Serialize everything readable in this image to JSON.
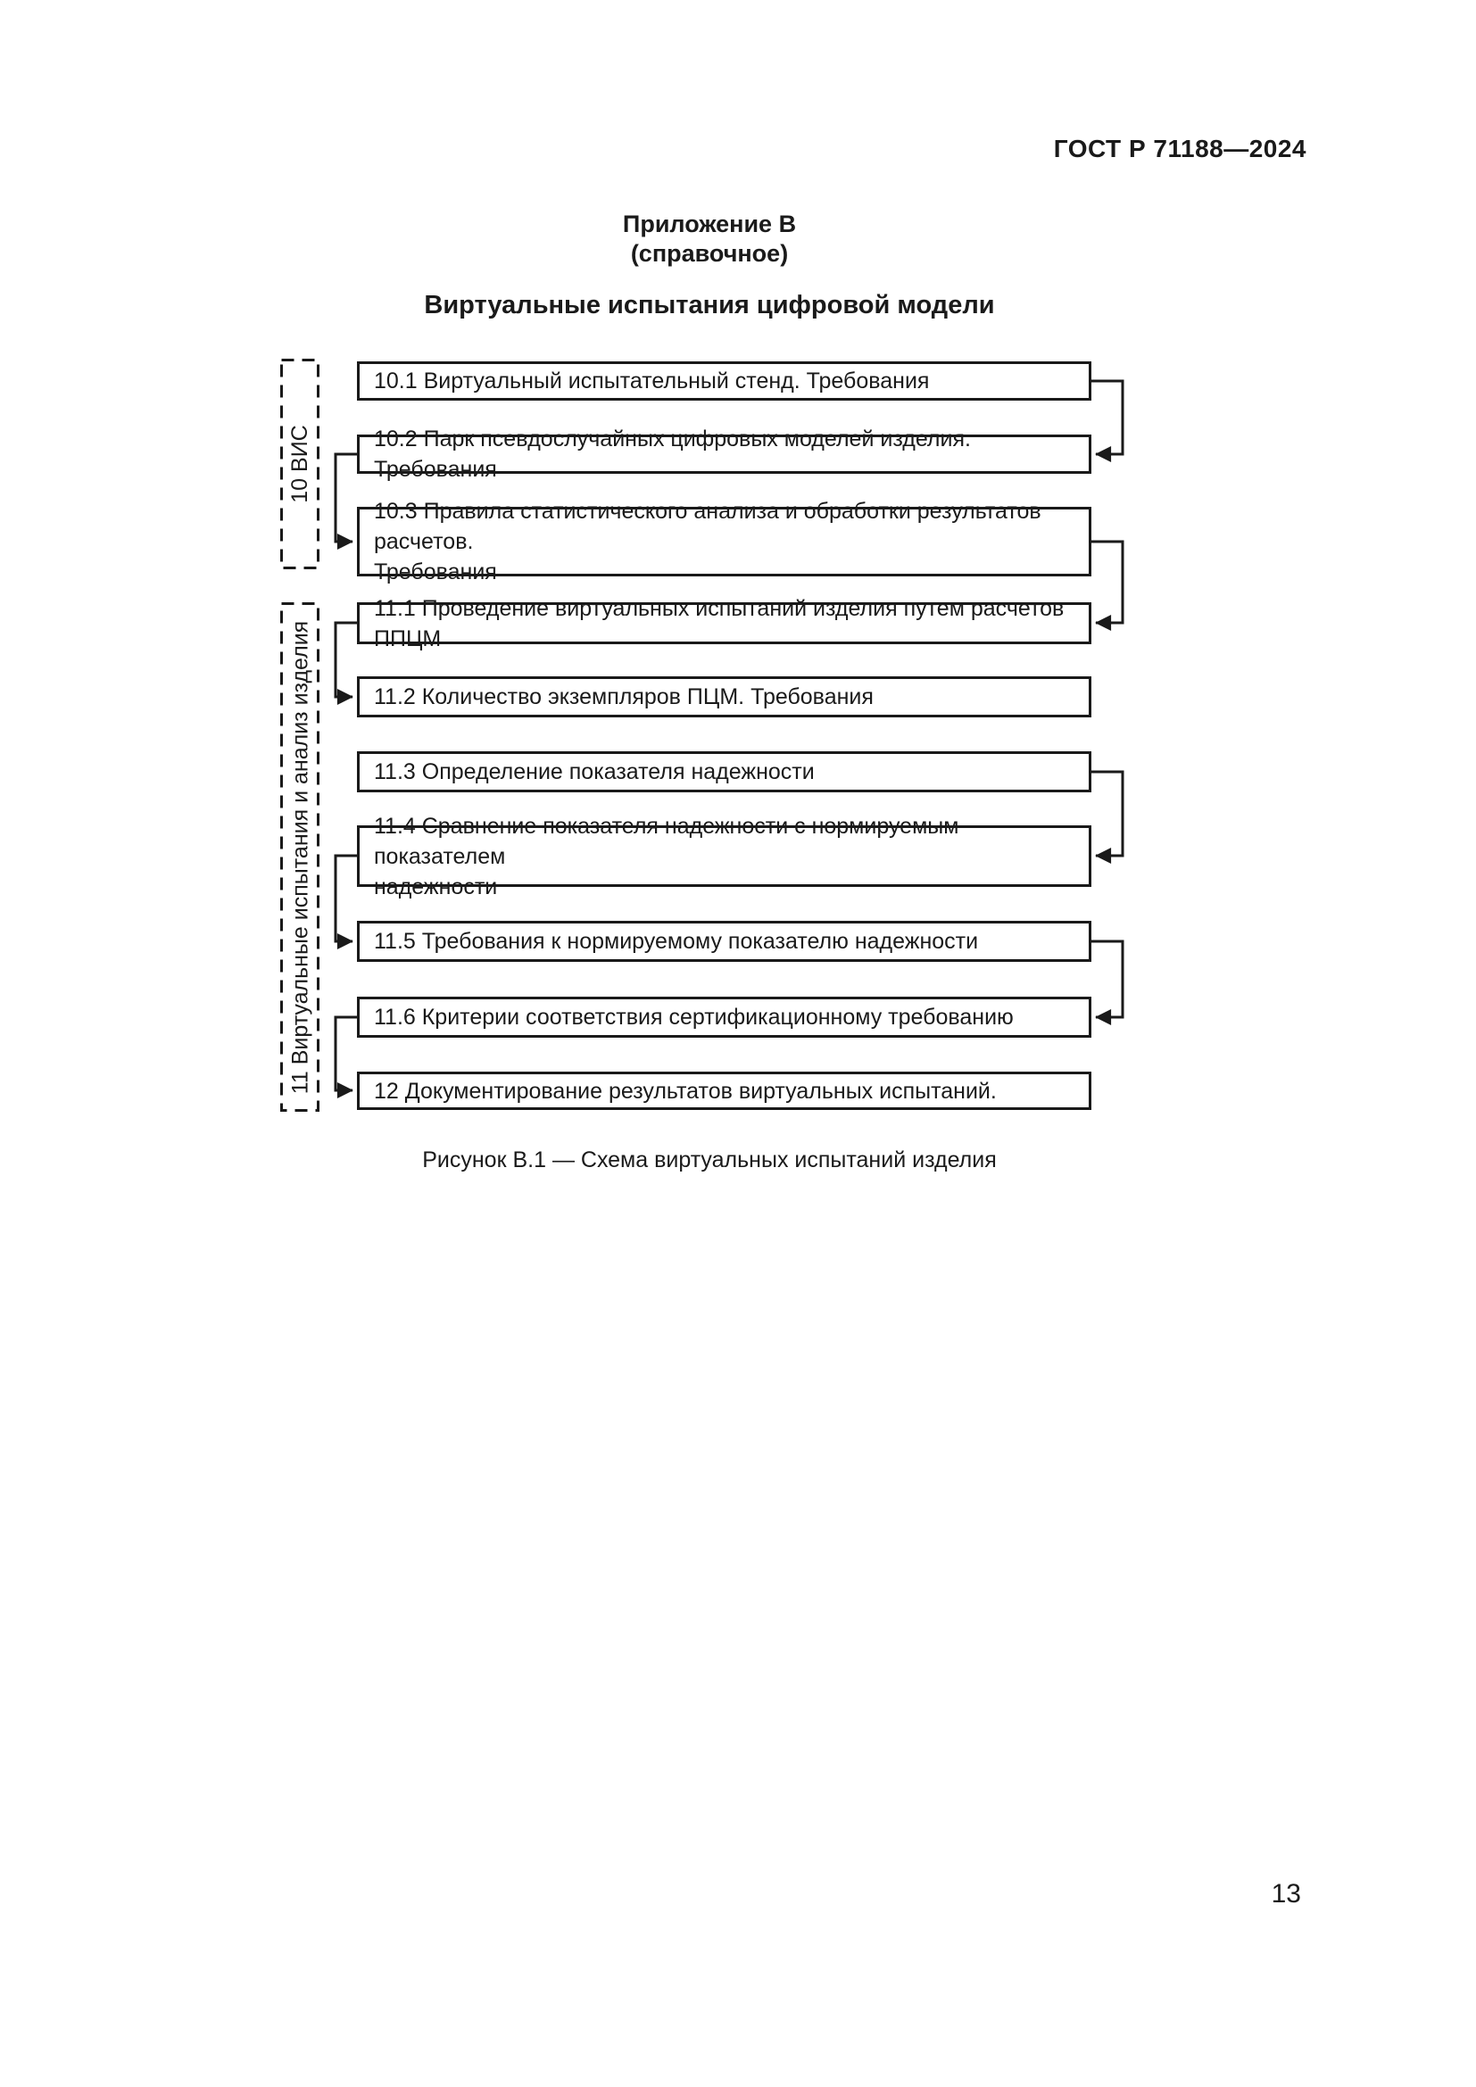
{
  "page": {
    "doc_code": "ГОСТ Р 71188—2024",
    "page_number": "13"
  },
  "appendix": {
    "name": "Приложение В",
    "kind": "(справочное)",
    "title": "Виртуальные испытания цифровой модели"
  },
  "figure": {
    "caption": "Рисунок В.1 — Схема виртуальных испытаний изделия",
    "groups": [
      {
        "id": "10",
        "label": "10 ВИС"
      },
      {
        "id": "11",
        "label": "11 Виртуальные испытания и анализ изделия"
      }
    ],
    "boxes": [
      {
        "id": "10.1",
        "text": "10.1 Виртуальный испытательный стенд. Требования"
      },
      {
        "id": "10.2",
        "text": "10.2 Парк псевдослучайных цифровых моделей изделия. Требования"
      },
      {
        "id": "10.3",
        "text": "10.3 Правила статистического анализа и обработки результатов расчетов.\nТребования"
      },
      {
        "id": "11.1",
        "text": "11.1 Проведение виртуальных испытаний изделия путем расчетов ППЦМ"
      },
      {
        "id": "11.2",
        "text": "11.2 Количество экземпляров ПЦМ. Требования"
      },
      {
        "id": "11.3",
        "text": "11.3 Определение показателя надежности"
      },
      {
        "id": "11.4",
        "text": "11.4 Сравнение показателя надежности с нормируемым показателем\nнадежности"
      },
      {
        "id": "11.5",
        "text": "11.5 Требования к нормируемому показателю надежности"
      },
      {
        "id": "11.6",
        "text": "11.6 Критерии соответствия сертификационному требованию"
      },
      {
        "id": "12",
        "text": "12 Документирование результатов виртуальных испытаний."
      }
    ],
    "connections": [
      {
        "from": "10.1",
        "to": "10.2",
        "via": "right"
      },
      {
        "from": "10.2",
        "to": "10.3",
        "via": "left"
      },
      {
        "from": "10.3",
        "to": "11.1",
        "via": "right"
      },
      {
        "from": "11.1",
        "to": "11.2",
        "via": "left"
      },
      {
        "from": "11.3",
        "to": "11.4",
        "via": "right"
      },
      {
        "from": "11.4",
        "to": "11.5",
        "via": "left"
      },
      {
        "from": "11.5",
        "to": "11.6",
        "via": "right"
      },
      {
        "from": "11.6",
        "to": "12",
        "via": "left"
      }
    ],
    "colors": {
      "line": "#1a1a1a",
      "text": "#1a1a1a",
      "background": "#ffffff"
    }
  }
}
